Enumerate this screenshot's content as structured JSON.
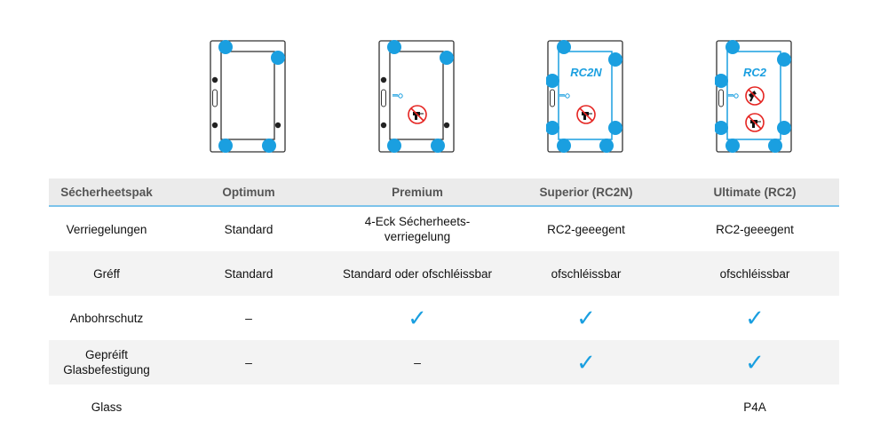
{
  "images": {
    "superior_label": "RC2N",
    "ultimate_label": "RC2"
  },
  "colors": {
    "accent": "#1a9fe0",
    "frame": "#333333",
    "prohibit": "#e52421"
  },
  "table": {
    "header": [
      "Sécherheetspak",
      "Optimum",
      "Premium",
      "Superior (RC2N)",
      "Ultimate (RC2)"
    ],
    "rows": [
      {
        "label": "Verriegelungen",
        "cells": [
          "Standard",
          "4-Eck Sécherheets-\nverriegelung",
          "RC2-geeegent",
          "RC2-geeegent"
        ]
      },
      {
        "label": "Gréff",
        "cells": [
          "Standard",
          "Standard oder ofschléissbar",
          "ofschléissbar",
          "ofschléissbar"
        ]
      },
      {
        "label": "Anbohrschutz",
        "cells": [
          "–",
          "✓",
          "✓",
          "✓"
        ]
      },
      {
        "label": "Gepréift\nGlasbefestigung",
        "cells": [
          "–",
          "–",
          "✓",
          "✓"
        ]
      },
      {
        "label": "Glass",
        "cells": [
          "",
          "",
          "",
          "P4A"
        ]
      }
    ]
  }
}
